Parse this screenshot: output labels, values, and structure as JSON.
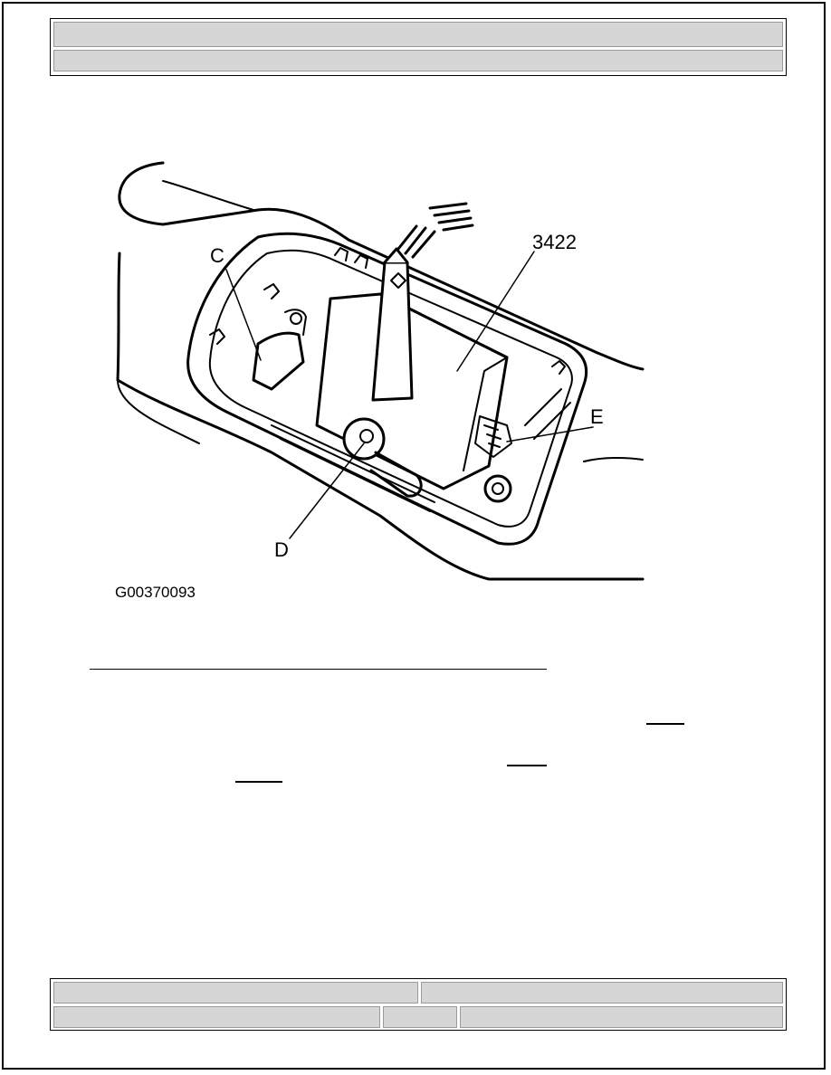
{
  "figure": {
    "callouts": {
      "c": "C",
      "d": "D",
      "e": "E",
      "part": "3422"
    },
    "figure_id": "G00370093"
  }
}
